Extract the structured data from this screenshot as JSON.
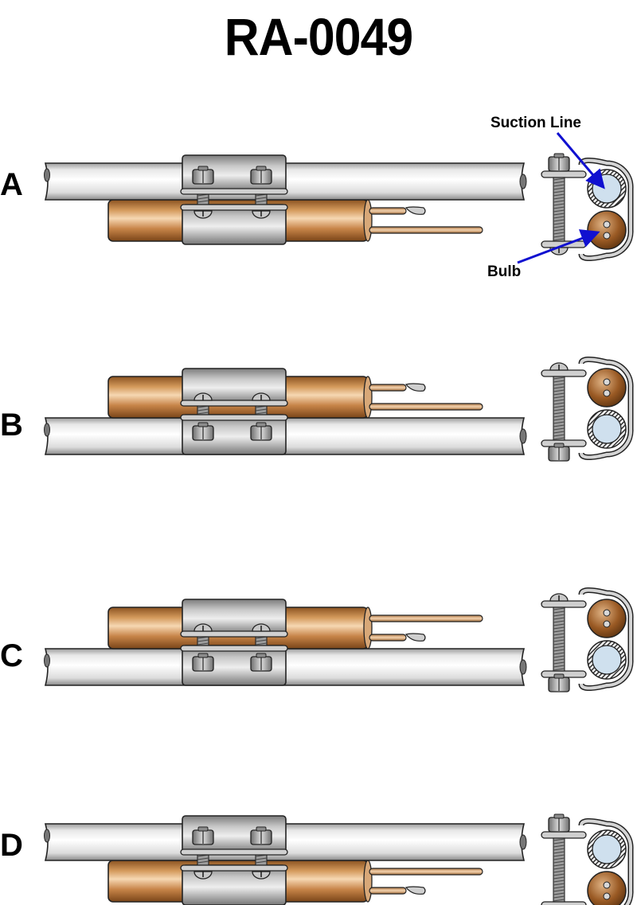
{
  "title": "RA-0049",
  "callouts": {
    "suction_line": "Suction Line",
    "bulb": "Bulb",
    "arrow_color": "#1010d0"
  },
  "colors": {
    "pipe": "#e6e6e6",
    "copper": "#c08040",
    "clamp": "#a8a8a8",
    "cross_section_fill": "#cfe0ee",
    "outline": "#222222"
  },
  "rows": [
    {
      "label": "A",
      "pipe_position": "top",
      "capillary_bent_on": "top",
      "callouts_shown": true
    },
    {
      "label": "B",
      "pipe_position": "bottom",
      "capillary_bent_on": "top",
      "callouts_shown": false
    },
    {
      "label": "C",
      "pipe_position": "bottom",
      "capillary_bent_on": "bottom",
      "callouts_shown": false
    },
    {
      "label": "D",
      "pipe_position": "top",
      "capillary_bent_on": "bottom",
      "callouts_shown": false
    }
  ]
}
